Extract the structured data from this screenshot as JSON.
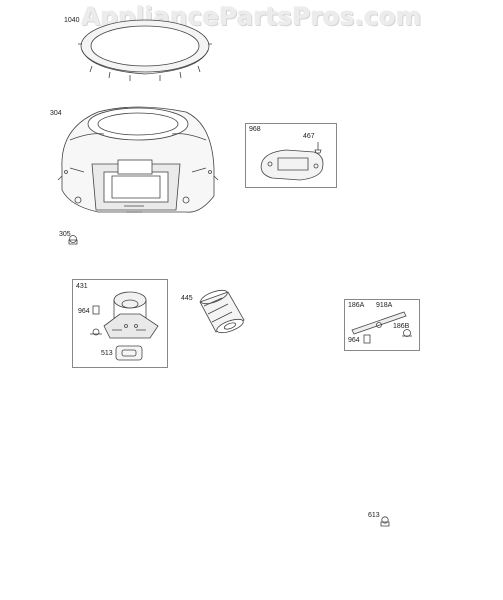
{
  "watermark": "AppliancePartsPros.com",
  "labels": {
    "p1040": "1040",
    "p304": "304",
    "p305": "305",
    "p968": "968",
    "p467": "467",
    "p431": "431",
    "p964a": "964",
    "p513": "513",
    "p445": "445",
    "p186a": "186A",
    "p918a": "918A",
    "p186b": "186B",
    "p964b": "964",
    "p613": "613"
  },
  "colors": {
    "line": "#444444",
    "box_border": "#888888",
    "watermark": "#ececec"
  }
}
